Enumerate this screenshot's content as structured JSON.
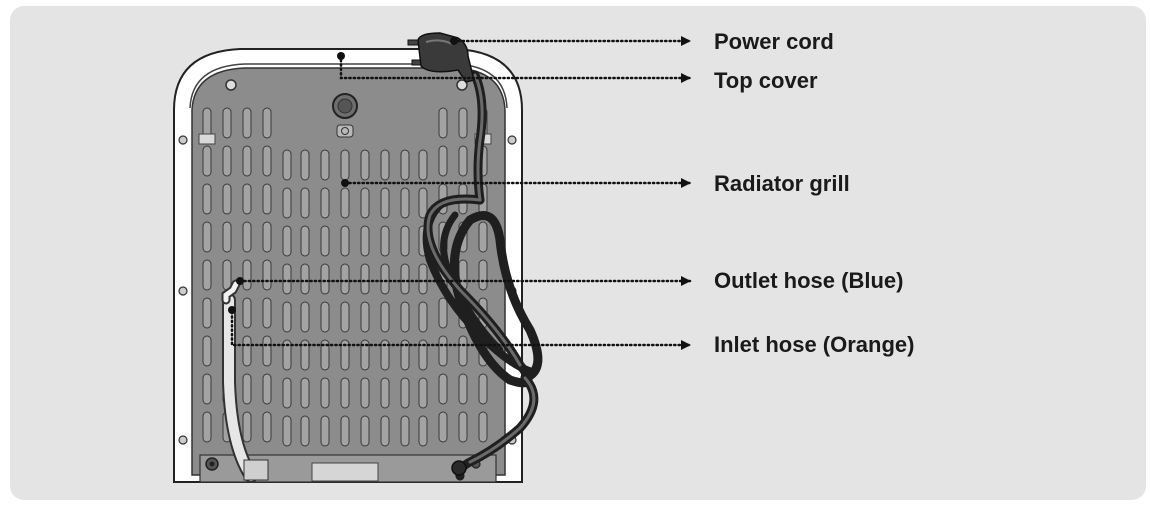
{
  "labels": {
    "power_cord": "Power cord",
    "top_cover": "Top cover",
    "radiator_grill": "Radiator grill",
    "outlet_hose": "Outlet hose (Blue)",
    "inlet_hose": "Inlet hose (Orange)"
  },
  "colors": {
    "panel_background": "#e4e4e4",
    "unit_body": "#ffffff",
    "grill_plate": "#8c8c8c",
    "slot": "#a3a3a3",
    "cord": "#3a3a3a",
    "label_text": "#1a1a1a"
  }
}
